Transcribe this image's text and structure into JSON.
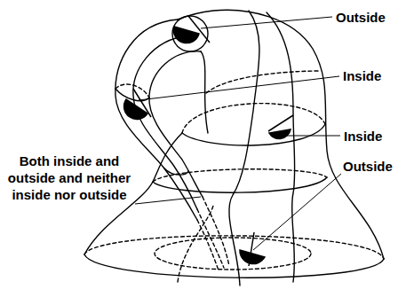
{
  "diagram": {
    "labels": [
      "Outside",
      "Inside",
      "Inside",
      "Both inside and outside and neither inside nor outside",
      "Outside"
    ]
  }
}
